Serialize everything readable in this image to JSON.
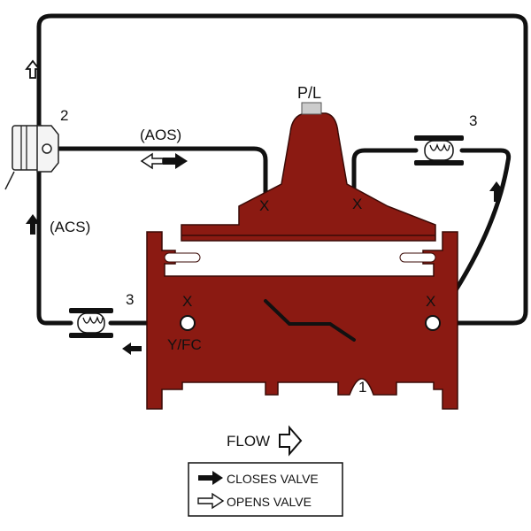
{
  "labels": {
    "pilot_label": "P/L",
    "valve_number": "1",
    "pilot_number": "2",
    "needle_left_number": "3",
    "needle_right_number": "3",
    "aos": "(AOS)",
    "acs": "(ACS)",
    "y_fc": "Y/FC",
    "x_left": "X",
    "x_center": "X",
    "x_right": "X",
    "x_bonnet": "X",
    "flow": "FLOW"
  },
  "legend": {
    "closes": "CLOSES VALVE",
    "opens": "OPENS VALVE"
  },
  "colors": {
    "valve_body": "#8b1a12",
    "pipe": "#111111",
    "bonnet_cap": "#cccccc"
  }
}
